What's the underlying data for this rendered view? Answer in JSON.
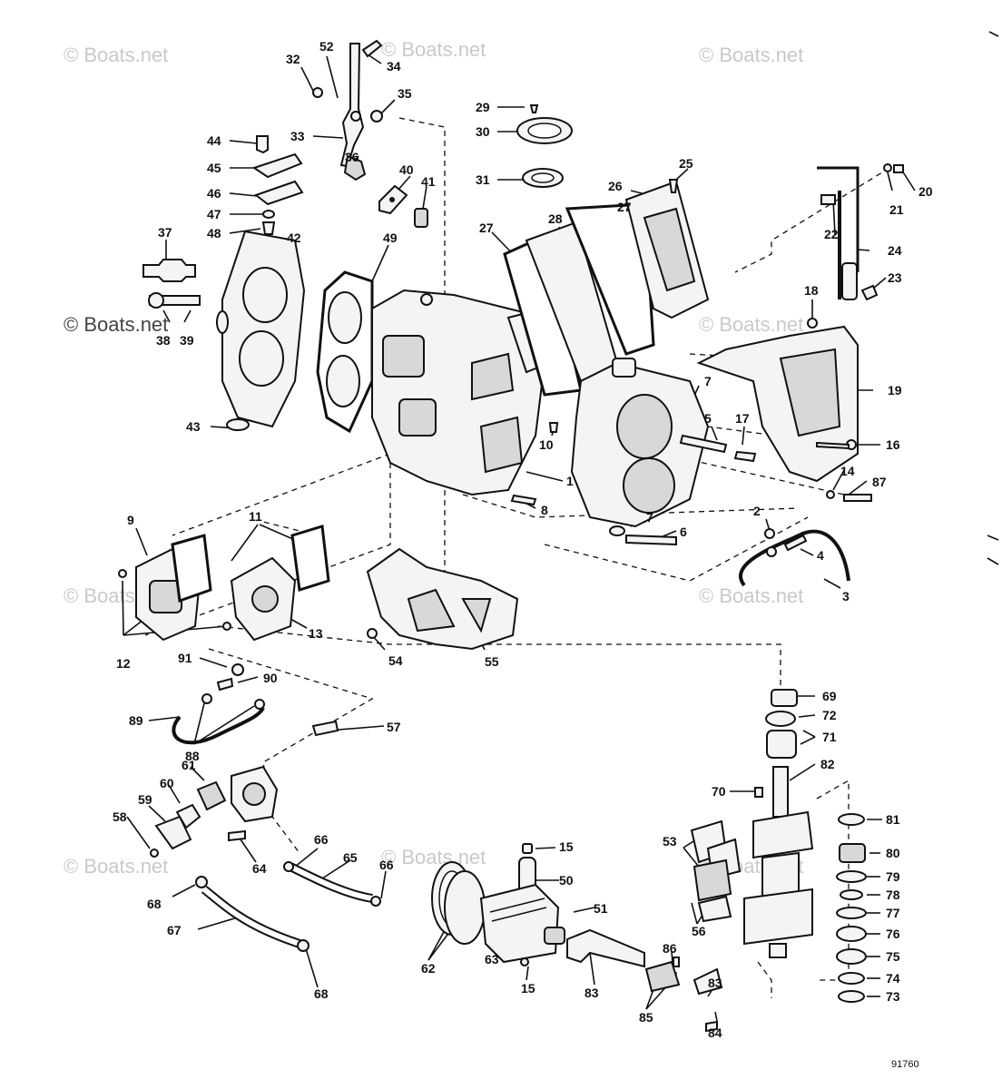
{
  "watermark": {
    "text": "© Boats.net"
  },
  "document_number": "91760",
  "callouts": {
    "c1": "1",
    "c2": "2",
    "c3": "3",
    "c4": "4",
    "c5": "5",
    "c6": "6",
    "c7": "7",
    "c8": "8",
    "c9": "9",
    "c10": "10",
    "c11": "11",
    "c12": "12",
    "c13": "13",
    "c14": "14",
    "c15": "15",
    "c16": "16",
    "c17": "17",
    "c18": "18",
    "c19": "19",
    "c20": "20",
    "c21": "21",
    "c22": "22",
    "c23": "23",
    "c24": "24",
    "c25": "25",
    "c26": "26",
    "c27": "27",
    "c28": "28",
    "c29": "29",
    "c30": "30",
    "c31": "31",
    "c32": "32",
    "c33": "33",
    "c34": "34",
    "c35": "35",
    "c36": "36",
    "c37": "37",
    "c38": "38",
    "c39": "39",
    "c40": "40",
    "c41": "41",
    "c42": "42",
    "c43": "43",
    "c44": "44",
    "c45": "45",
    "c46": "46",
    "c47": "47",
    "c48": "48",
    "c49": "49",
    "c50": "50",
    "c51": "51",
    "c52": "52",
    "c53": "53",
    "c54": "54",
    "c55": "55",
    "c56": "56",
    "c57": "57",
    "c58": "58",
    "c59": "59",
    "c60": "60",
    "c61": "61",
    "c62": "62",
    "c63": "63",
    "c64": "64",
    "c65": "65",
    "c66": "66",
    "c67": "67",
    "c68": "68",
    "c69": "69",
    "c70": "70",
    "c71": "71",
    "c72": "72",
    "c73": "73",
    "c74": "74",
    "c75": "75",
    "c76": "76",
    "c77": "77",
    "c78": "78",
    "c79": "79",
    "c80": "80",
    "c81": "81",
    "c82": "82",
    "c83": "83",
    "c84": "84",
    "c85": "85",
    "c86": "86",
    "c87": "87",
    "c88": "88",
    "c89": "89",
    "c90": "90",
    "c91": "91"
  }
}
